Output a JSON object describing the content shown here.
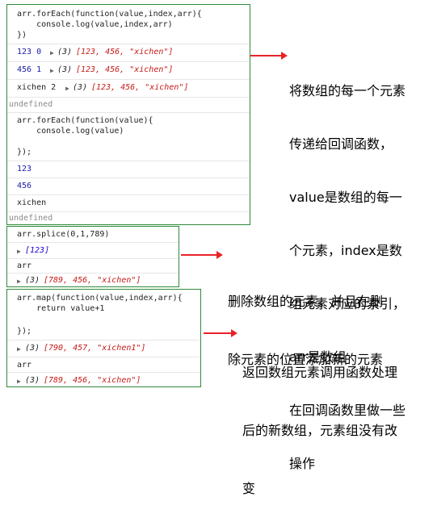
{
  "blocks": {
    "b1": {
      "code1": [
        "arr.forEach(function(value,index,arr){",
        "    console.log(value,index,arr)",
        "})"
      ],
      "out": [
        {
          "a": "123 0",
          "b": "(3)",
          "c": "[123, 456, \"xichen\"]"
        },
        {
          "a": "456 1",
          "b": "(3)",
          "c": "[123, 456, \"xichen\"]"
        },
        {
          "a": "xichen 2",
          "b": "(3)",
          "c": "[123, 456, \"xichen\"]"
        }
      ],
      "undef1": "undefined",
      "code2": [
        "arr.forEach(function(value){",
        "    console.log(value)"
      ],
      "close": "});",
      "vals": [
        "123",
        "456",
        "xichen"
      ],
      "undef2": "undefined"
    },
    "b2": {
      "code": "arr.splice(0,1,789)",
      "res": "[123]",
      "arr": "arr",
      "arrres_b": "(3)",
      "arrres_c": "[789, 456, \"xichen\"]"
    },
    "b3": {
      "code": [
        "arr.map(function(value,index,arr){",
        "    return value+1"
      ],
      "close": "});",
      "res_b": "(3)",
      "res_c": "[790, 457, \"xichen1\"]",
      "arr": "arr",
      "arrres_b": "(3)",
      "arrres_c": "[789, 456, \"xichen\"]"
    }
  },
  "annotations": {
    "a1": [
      "将数组的每一个元素",
      "传递给回调函数，",
      "value是数组的每一",
      "个元素，index是数",
      "组元素对应的索引，",
      "arr是数组",
      "在回调函数里做一些",
      "操作"
    ],
    "a2": [
      "删除数组的元素，并且在删",
      "除元素的位置添加新的元素"
    ],
    "a3": [
      "返回数组元素调用函数处理",
      "后的新数组，元素组没有改",
      "变"
    ]
  },
  "colors": {
    "box_border": "#2e8b3a",
    "arrow": "#e8232a"
  }
}
